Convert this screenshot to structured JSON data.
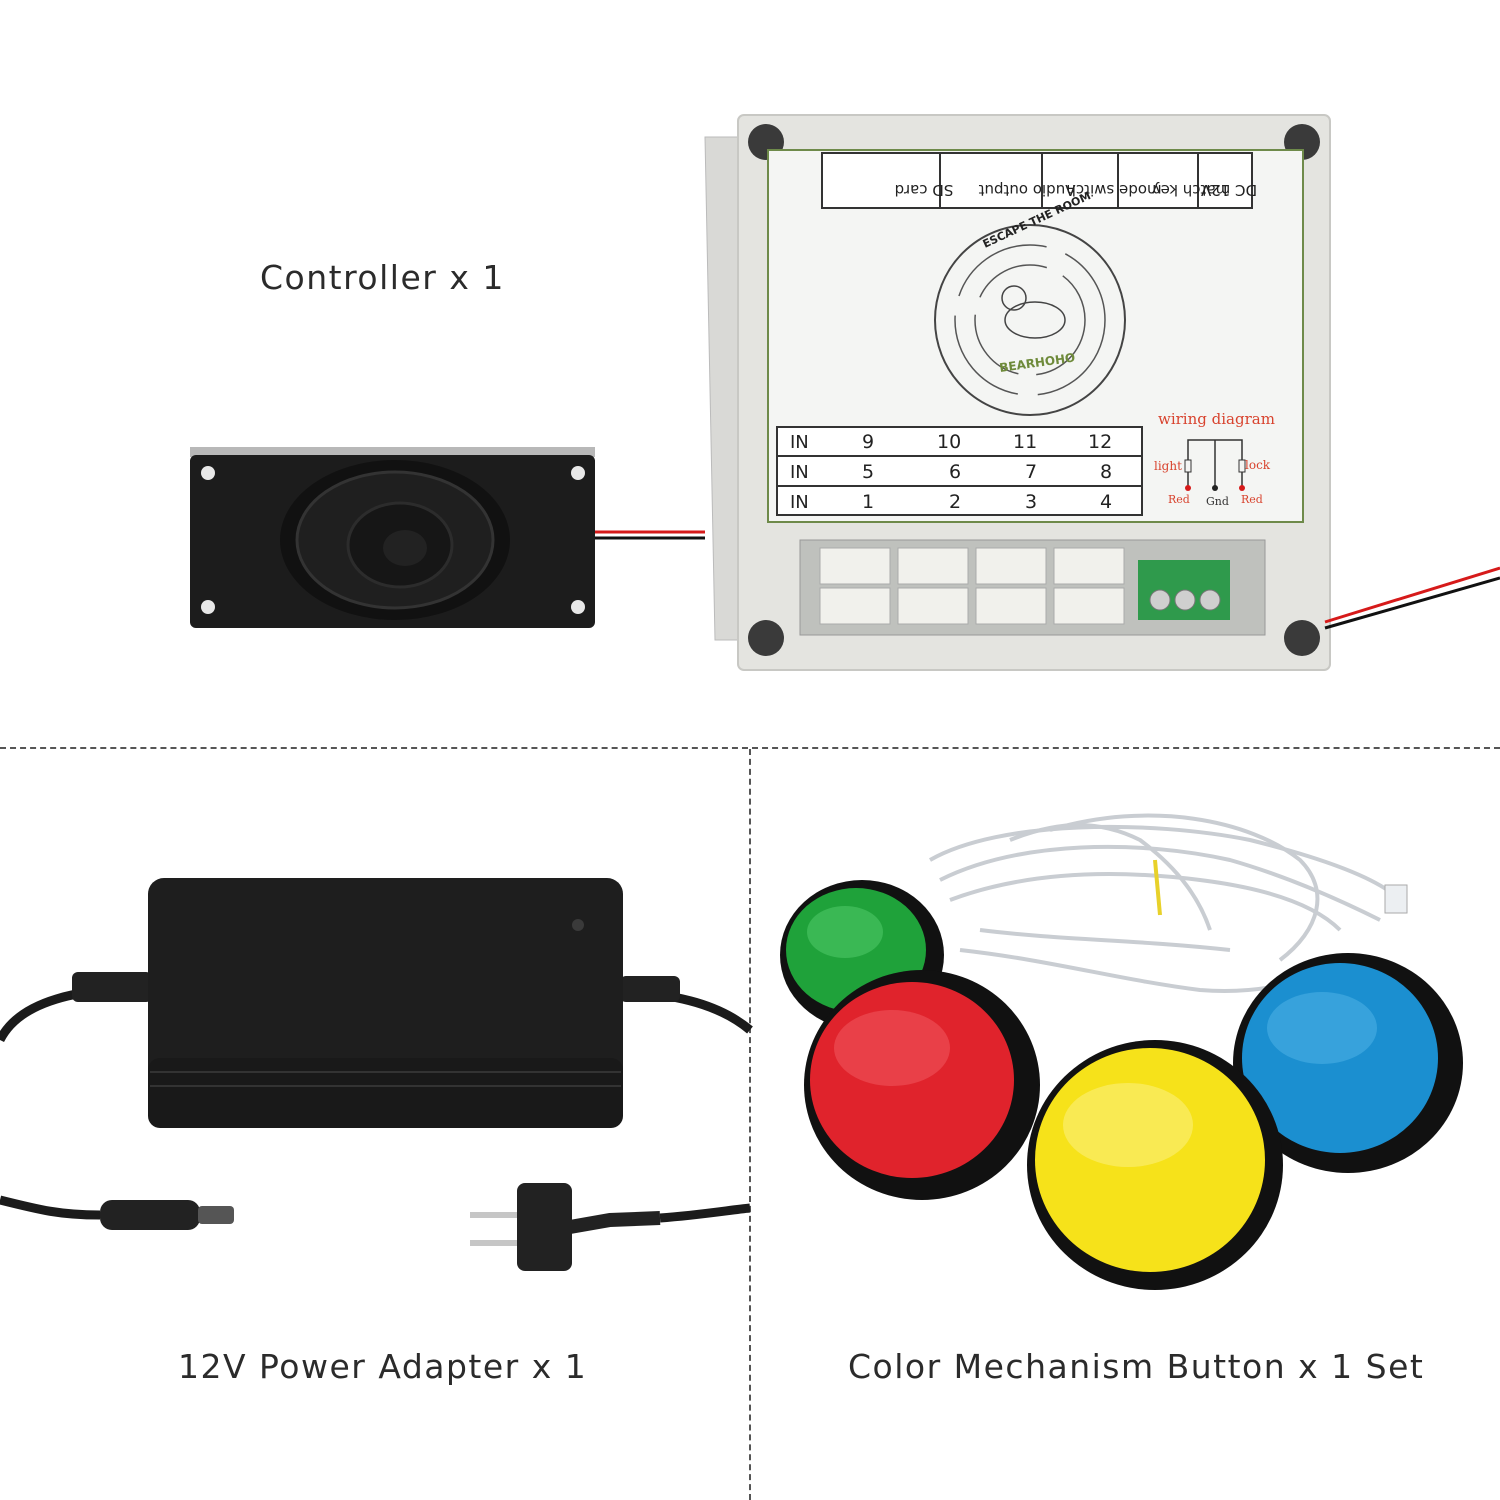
{
  "captions": {
    "controller": "Controller x 1",
    "adapter": "12V Power Adapter x 1",
    "buttons": "Color Mechanism Button x 1 Set"
  },
  "controller_panel": {
    "header_labels": [
      "SD card",
      "Audio output",
      "mode switch",
      "match key",
      "DC 12V"
    ],
    "logo_top": "ESCAPE THE ROOM",
    "logo_bottom": "BEARHOHO",
    "wiring_title": "wiring diagram",
    "wiring_left": "light",
    "wiring_right": "lock",
    "wiring_bottom": [
      "Red",
      "Gnd",
      "Red"
    ],
    "io_rows": [
      {
        "label": "IN",
        "values": [
          "9",
          "10",
          "11",
          "12"
        ]
      },
      {
        "label": "IN",
        "values": [
          "5",
          "6",
          "7",
          "8"
        ]
      },
      {
        "label": "IN",
        "values": [
          "1",
          "2",
          "3",
          "4"
        ]
      }
    ]
  },
  "button_colors": {
    "green": "#1fa23a",
    "red": "#e0232c",
    "yellow": "#f6e21a",
    "blue": "#1b8fd0"
  }
}
